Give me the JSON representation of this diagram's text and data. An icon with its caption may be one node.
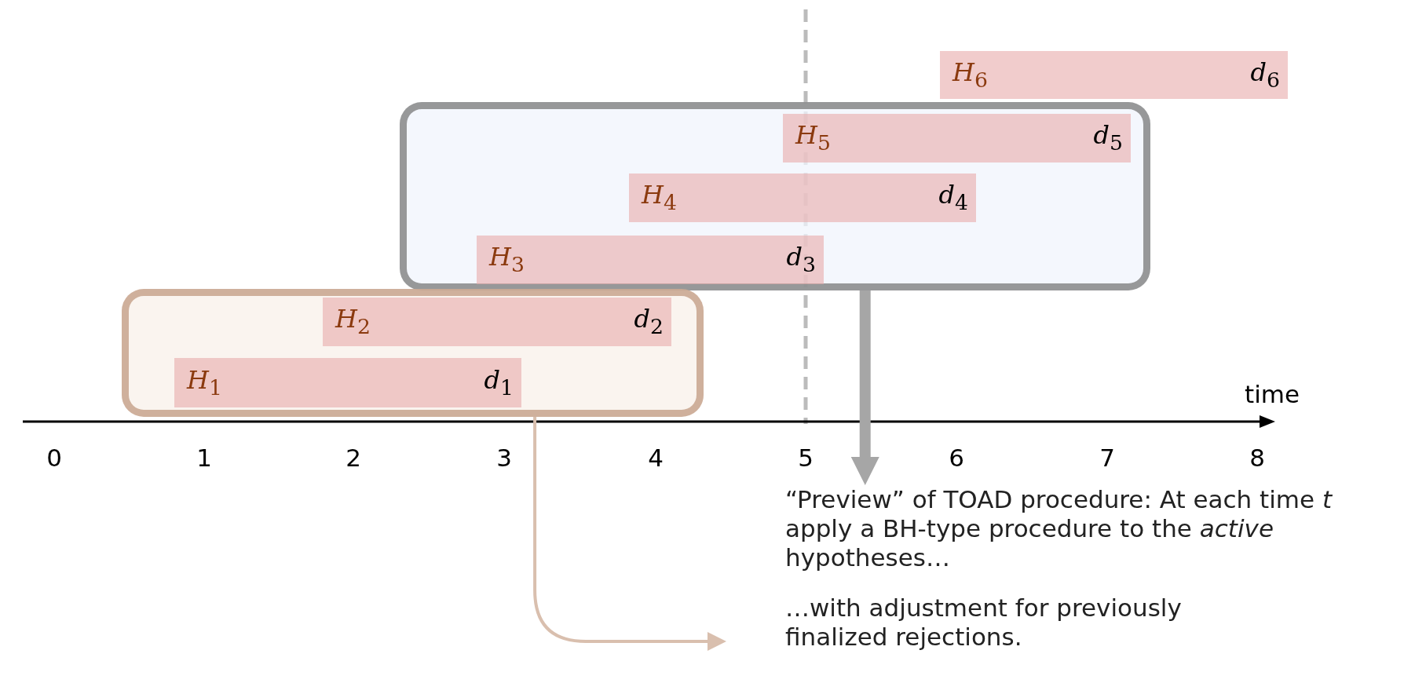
{
  "diagram": {
    "nodes": [
      {
        "text": [
          "*H*$_{6}$",
          "*d*$_{6}$"
        ]
      },
      {
        "text": [],
        "shape": "box"
      },
      {
        "text": [
          "*H*$_{5}$",
          "*d*$_{5}$"
        ],
        "in": 1
      },
      {
        "text": [
          "*H*$_{4}$",
          "*d*$_{4}$"
        ],
        "in": 1
      },
      {
        "text": [
          "*H*$_{3}$",
          "*d*$_{3}$"
        ],
        "in": 1
      },
      {
        "text": [],
        "shape": "box"
      },
      {
        "text": [
          "*H*$_{2}$",
          "*d*$_{2}$"
        ],
        "in": 5
      },
      {
        "text": [
          "*H*$_{1}$",
          "*d*$_{1}$"
        ],
        "in": 5
      },
      {
        "text": [
          "“Preview” of TOAD procedure: At each time *t* apply a BH-type procedure to the *active* hypotheses…"
        ]
      },
      {
        "text": [
          "…with adjustment for previously finalized rejections."
        ]
      }
    ],
    "edges": [
      {
        "from": 1,
        "to": 8,
        "arrow": "to",
        "style": "thick",
        "color": "#a6a6a6"
      },
      {
        "from": 5,
        "to": 9,
        "arrow": "to",
        "color": "#d9bfae"
      }
    ],
    "labels": [
      "time",
      "0",
      "1",
      "2",
      "3",
      "4",
      "5",
      "6",
      "7",
      "8"
    ]
  }
}
